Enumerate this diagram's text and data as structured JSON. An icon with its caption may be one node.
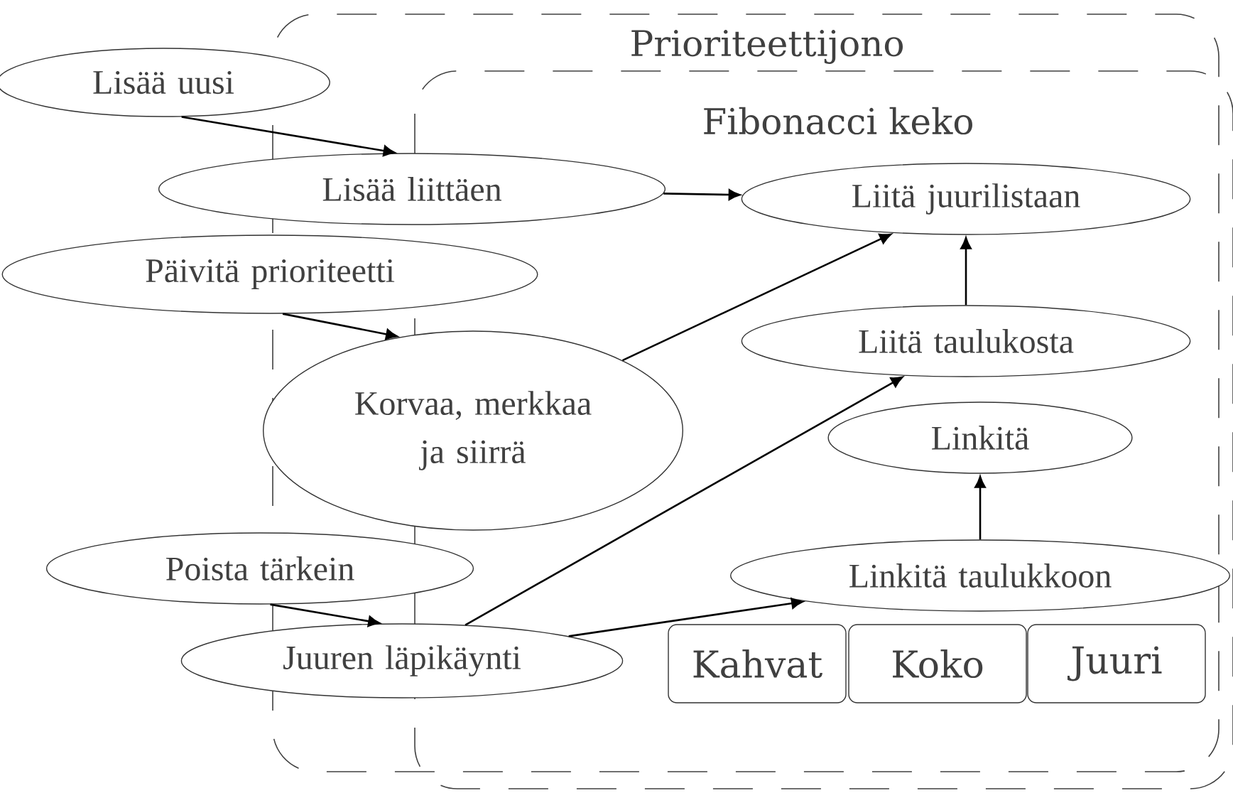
{
  "diagram": {
    "nodes": [
      {
        "text": [
          "Lisää uusi"
        ]
      },
      {
        "text": [
          "Lisää liittäen"
        ]
      },
      {
        "text": [
          "Päivitä prioriteetti"
        ]
      },
      {
        "text": [
          "Korvaa, merkkaa ja siirrä"
        ]
      },
      {
        "text": [
          "Poista tärkein"
        ]
      },
      {
        "text": [
          "Juuren läpikäynti"
        ]
      },
      {
        "text": [
          "Liitä juurilistaan"
        ]
      },
      {
        "text": [
          "Liitä taulukosta"
        ]
      },
      {
        "text": [
          "Linkitä"
        ]
      },
      {
        "text": [
          "Linkitä taulukkoon"
        ]
      },
      {
        "text": [
          "Kahvat"
        ]
      },
      {
        "text": [
          "Koko"
        ]
      },
      {
        "text": [
          "Juuri"
        ]
      }
    ],
    "edges": [
      {
        "from": 0,
        "to": 1,
        "arrow": "to"
      },
      {
        "from": 2,
        "to": 3,
        "arrow": "to"
      },
      {
        "from": 4,
        "to": 5,
        "arrow": "to"
      },
      {
        "from": 1,
        "to": 6,
        "arrow": "to"
      },
      {
        "from": 3,
        "to": 6,
        "arrow": "to"
      },
      {
        "from": 5,
        "to": 7,
        "arrow": "to"
      },
      {
        "from": 5,
        "to": 9,
        "arrow": "to"
      },
      {
        "from": 7,
        "to": 6,
        "arrow": "to"
      },
      {
        "from": 9,
        "to": 8,
        "arrow": "to"
      }
    ],
    "labels": [
      "Prioriteettijono",
      "Fibonacci keko"
    ]
  }
}
